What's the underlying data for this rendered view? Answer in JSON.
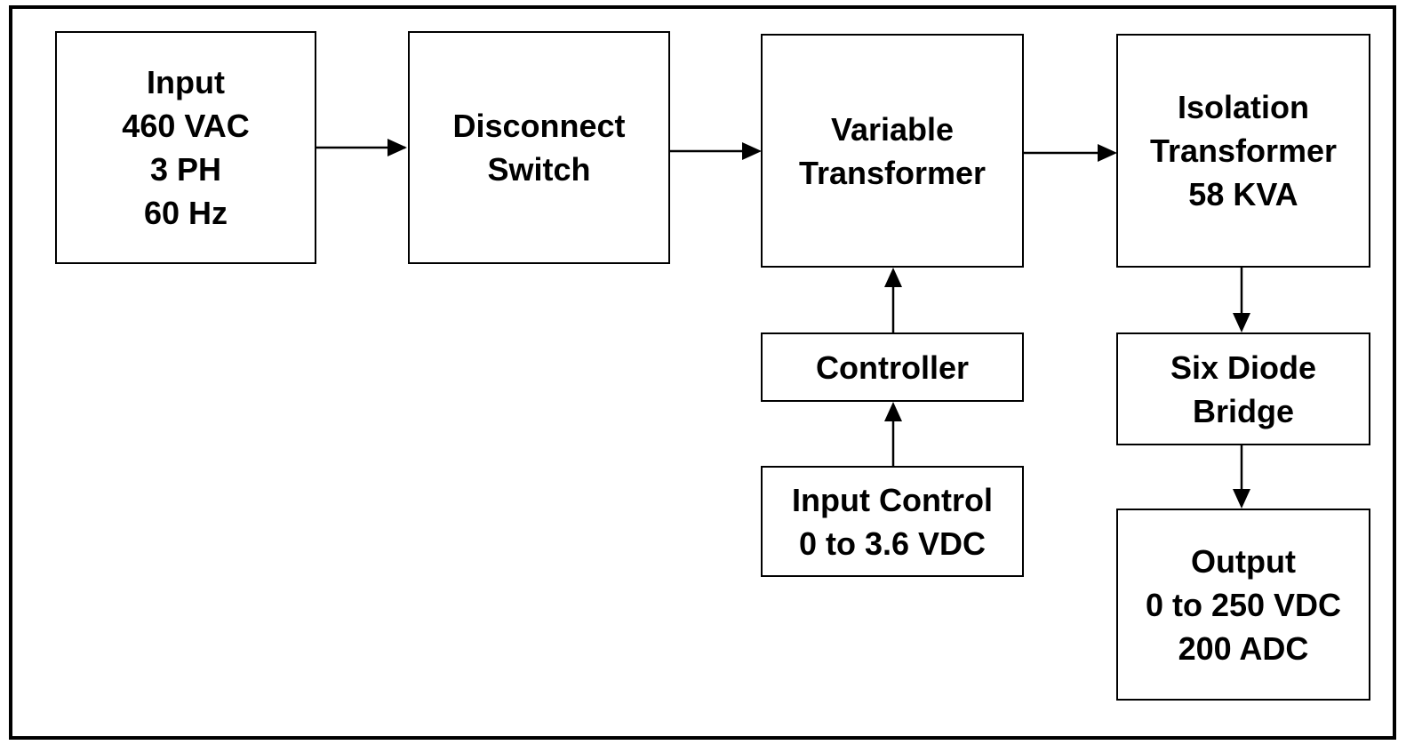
{
  "diagram": {
    "blocks": {
      "input": "Input\n460 VAC\n3 PH\n60 Hz",
      "disconnect": "Disconnect\nSwitch",
      "variable": "Variable\nTransformer",
      "isolation": "Isolation\nTransformer\n58 KVA",
      "controller": "Controller",
      "input_control": "Input Control\n0 to 3.6 VDC",
      "bridge": "Six Diode\nBridge",
      "output": "Output\n0 to 250 VDC\n200 ADC"
    },
    "connections": [
      {
        "from": "input",
        "to": "disconnect"
      },
      {
        "from": "disconnect",
        "to": "variable"
      },
      {
        "from": "variable",
        "to": "isolation"
      },
      {
        "from": "input_control",
        "to": "controller"
      },
      {
        "from": "controller",
        "to": "variable"
      },
      {
        "from": "isolation",
        "to": "bridge"
      },
      {
        "from": "bridge",
        "to": "output"
      }
    ],
    "colors": {
      "line": "#000000",
      "background": "#ffffff"
    }
  }
}
